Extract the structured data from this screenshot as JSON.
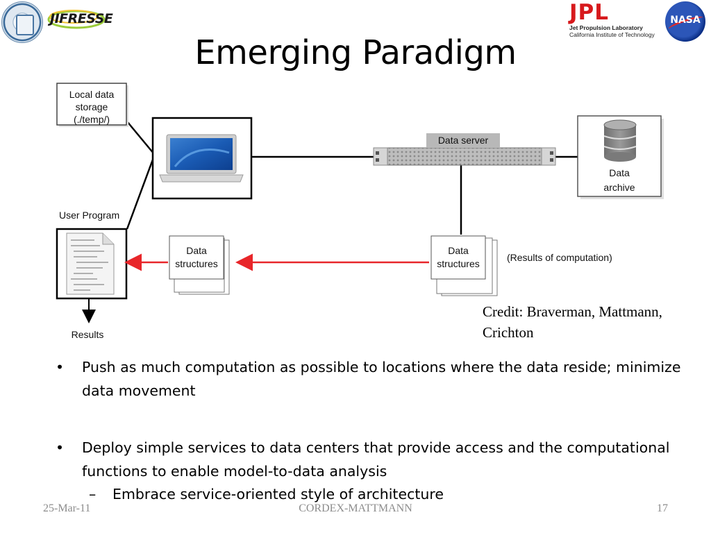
{
  "logos": {
    "left_seal_icon": "university-seal-icon",
    "left_brand_text": "JIFRESSE",
    "right_brand_text": "JPL",
    "right_brand_line1": "Jet Propulsion Laboratory",
    "right_brand_line2": "California Institute of Technology",
    "nasa_text": "NASA"
  },
  "slide": {
    "title": "Emerging Paradigm"
  },
  "diagram": {
    "local_storage": [
      "Local data",
      "storage",
      "(./temp/)"
    ],
    "laptop_icon": "laptop-icon",
    "data_server_label": "Data server",
    "data_archive": [
      "Data",
      "archive"
    ],
    "database_icon": "database-icon",
    "user_program_label": "User Program",
    "script_document_icon": "script-document-icon",
    "results_label": "Results",
    "data_structures_left": [
      "Data",
      "structures"
    ],
    "data_structures_right": [
      "Data",
      "structures"
    ],
    "results_of_computation": "(Results of computation)",
    "arrow_color": "#e8262a"
  },
  "credit": [
    "Credit: Braverman, Mattmann,",
    "Crichton"
  ],
  "bullets": [
    {
      "text": "Push as much computation as possible to locations where the data reside; minimize data movement",
      "marker": "•"
    },
    {
      "text": "Deploy simple services to data centers that provide access and the computational functions to enable model-to-data analysis",
      "marker": "•",
      "sub": {
        "marker": "–",
        "text": "Embrace service-oriented style of architecture"
      }
    }
  ],
  "footer": {
    "date": "25-Mar-11",
    "center": "CORDEX-MATTMANN",
    "page": "17"
  }
}
